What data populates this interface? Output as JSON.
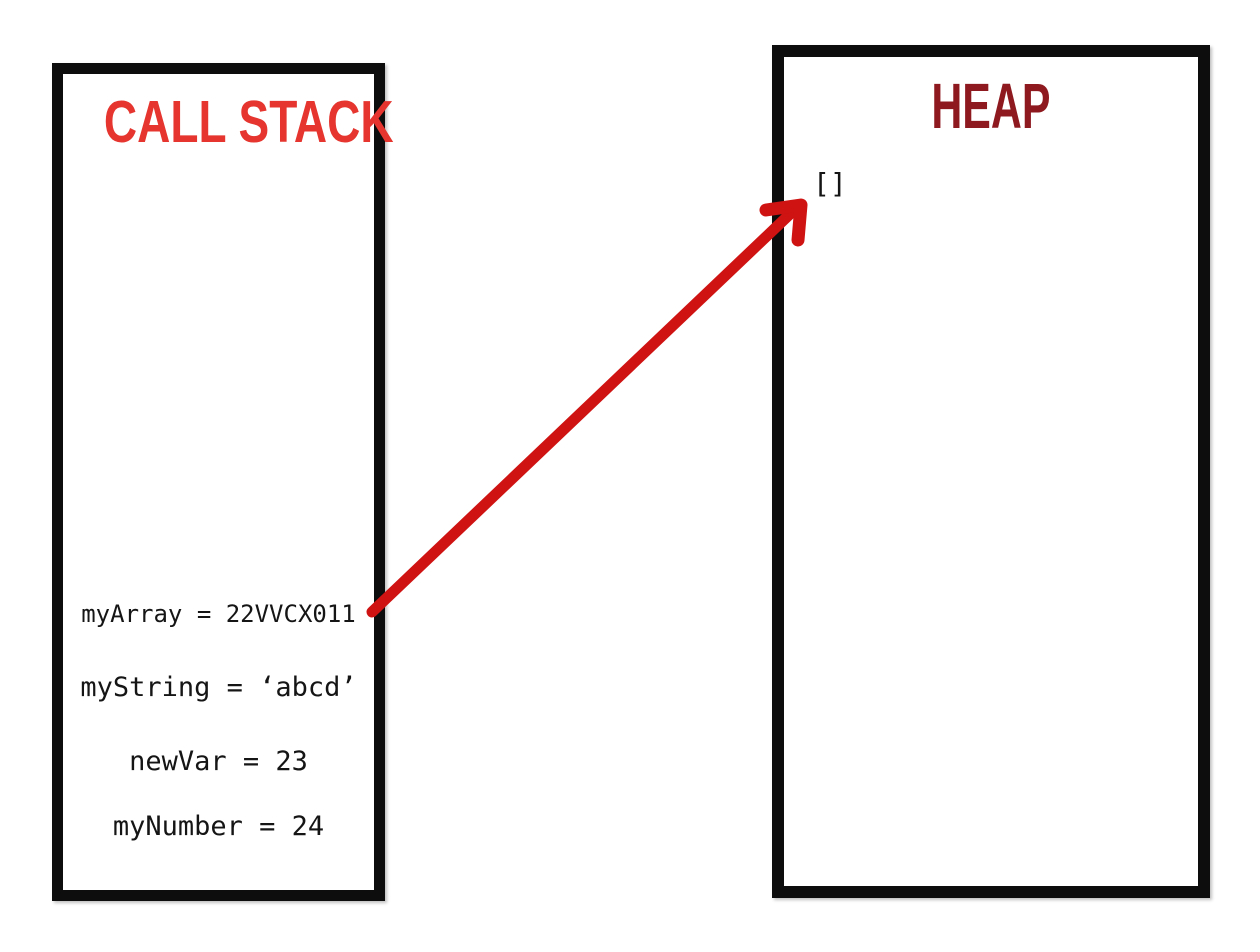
{
  "colors": {
    "call_stack_title": "#e5352e",
    "heap_title": "#8e1a20",
    "arrow": "#ce1312",
    "box_border": "#0d0d0d",
    "variable_text": "#151515"
  },
  "call_stack": {
    "title": "CALL STACK",
    "variables": [
      "myArray = 22VVCX011",
      "myString = ‘abcd’",
      "newVar = 23",
      "myNumber = 24"
    ]
  },
  "heap": {
    "title": "HEAP",
    "objects": [
      "[]"
    ]
  },
  "arrow": {
    "from_variable": "myArray",
    "to_object": "[]"
  }
}
